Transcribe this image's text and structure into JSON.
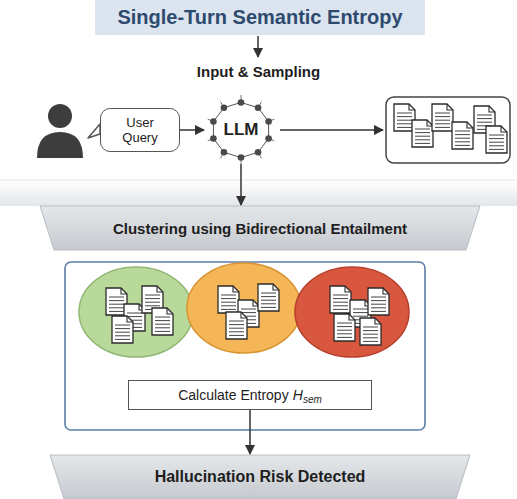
{
  "diagram": {
    "title": "Single-Turn Semantic Entropy",
    "nodes": [
      {
        "text": [
          "Input & Sampling"
        ]
      },
      {
        "text": [
          "User Query"
        ],
        "in": 0
      },
      {
        "text": [
          "LLM"
        ],
        "in": 0
      },
      {
        "text": [
          "Clustering using Bidirectional Entailment"
        ]
      },
      {
        "text": [
          "Calculate Entropy",
          "H",
          "sem"
        ]
      },
      {
        "text": [
          "Hallucination Risk Detected"
        ]
      }
    ],
    "edges": [
      {
        "from": 1,
        "to": 2,
        "arrow": "to"
      },
      {
        "from": 2,
        "to": 3,
        "arrow": "to"
      },
      {
        "from": 4,
        "to": 5,
        "arrow": "to"
      }
    ]
  }
}
